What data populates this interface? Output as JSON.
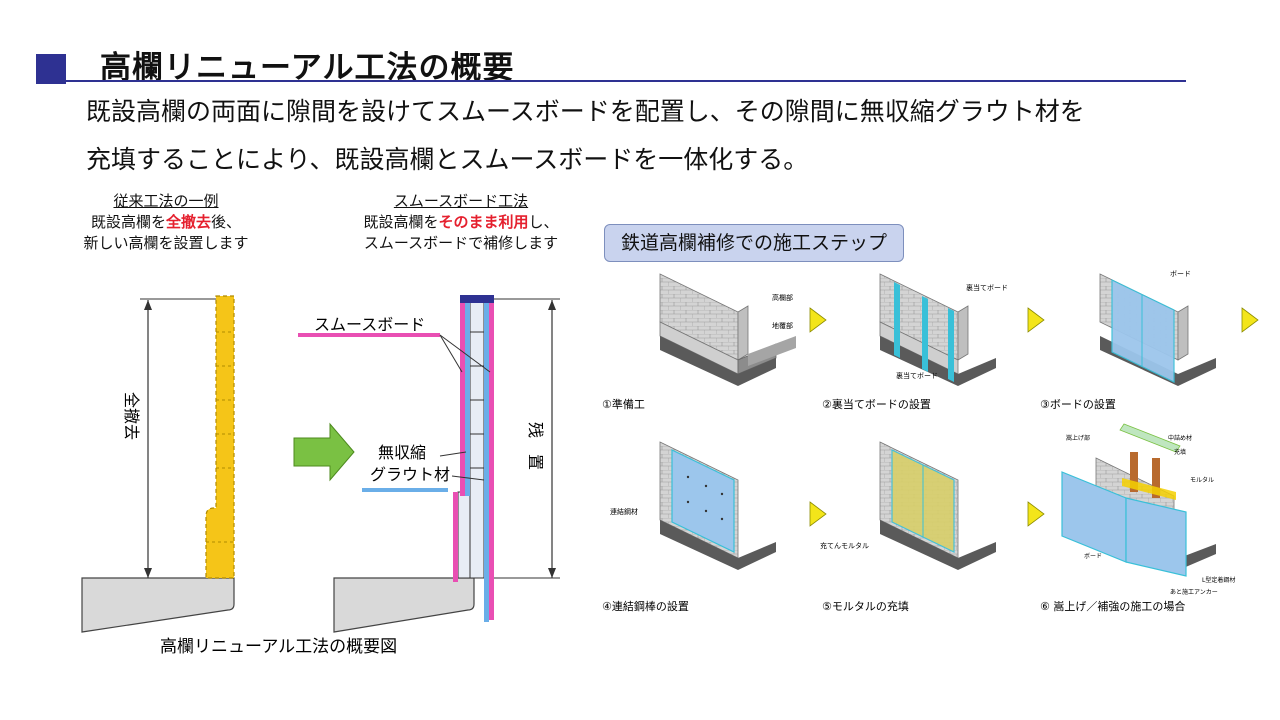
{
  "header": {
    "title": "高欄リニューアル工法の概要",
    "lead_1": "既設高欄の両面に隙間を設けてスムースボードを配置し、その隙間に無収縮グラウト材を",
    "lead_2": "充填することにより、既設高欄とスムースボードを一体化する。",
    "accent_color": "#2e3192"
  },
  "conventional": {
    "title": "従来工法の一例",
    "line1_pre": "既設高欄を",
    "line1_em": "全撤去",
    "line1_post": "後、",
    "line2": "新しい高欄を設置します",
    "vertical_label": "全撤去"
  },
  "smooth": {
    "title": "スムースボード工法",
    "line1_pre": "既設高欄を",
    "line1_em": "そのまま利用",
    "line1_post": "し、",
    "line2": "スムースボードで補修します",
    "board_label": "スムースボード",
    "grout_label_1": "無収縮",
    "grout_label_2": "グラウト材",
    "vertical_label": "残　置"
  },
  "figure_caption": "高欄リニューアル工法の概要図",
  "steps_badge": "鉄道高欄補修での施工ステップ",
  "steps": [
    {
      "caption": "①準備工",
      "labels": [
        "高欄部",
        "地覆部"
      ]
    },
    {
      "caption": "②裏当てボードの設置",
      "labels": [
        "裏当てボード",
        "裏当てボード"
      ]
    },
    {
      "caption": "③ボードの設置",
      "labels": [
        "ボード"
      ]
    },
    {
      "caption": "④連結鋼棒の設置",
      "labels": [
        "連結鋼材"
      ]
    },
    {
      "caption": "⑤モルタルの充填",
      "labels": [
        "充てんモルタル"
      ]
    },
    {
      "caption": "⑥ 嵩上げ／補強の施工の場合",
      "labels": [
        "嵩上げ部",
        "中詰め材",
        "充填",
        "モルタル",
        "ボード",
        "L型定着鋼材",
        "あと施工アンカー"
      ]
    }
  ],
  "colors": {
    "old_rail": "#f5c518",
    "board": "#e94fb3",
    "grout": "#6aaee8",
    "concrete": "#d9d9d9",
    "arrow_green": "#7ac143",
    "step_arrow": "#f3e51a"
  }
}
